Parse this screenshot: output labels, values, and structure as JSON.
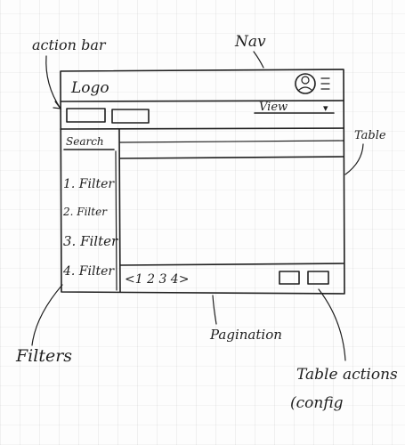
{
  "wireframe": {
    "logo": "Logo",
    "view_label": "View",
    "view_chevron": "▾",
    "search_label": "Search",
    "filters": [
      "1. Filter",
      "2. Filter",
      "3. Filter",
      "4. Filter"
    ],
    "pagination": "<1 2 3 4>",
    "icons": {
      "user": "user-avatar-icon",
      "menu": "hamburger-menu-icon"
    }
  },
  "annotations": {
    "action_bar": "action bar",
    "nav": "Nav",
    "table": "Table",
    "filters": "Filters",
    "pagination": "Pagination",
    "table_actions_line1": "Table actions",
    "table_actions_line2": "(config"
  }
}
